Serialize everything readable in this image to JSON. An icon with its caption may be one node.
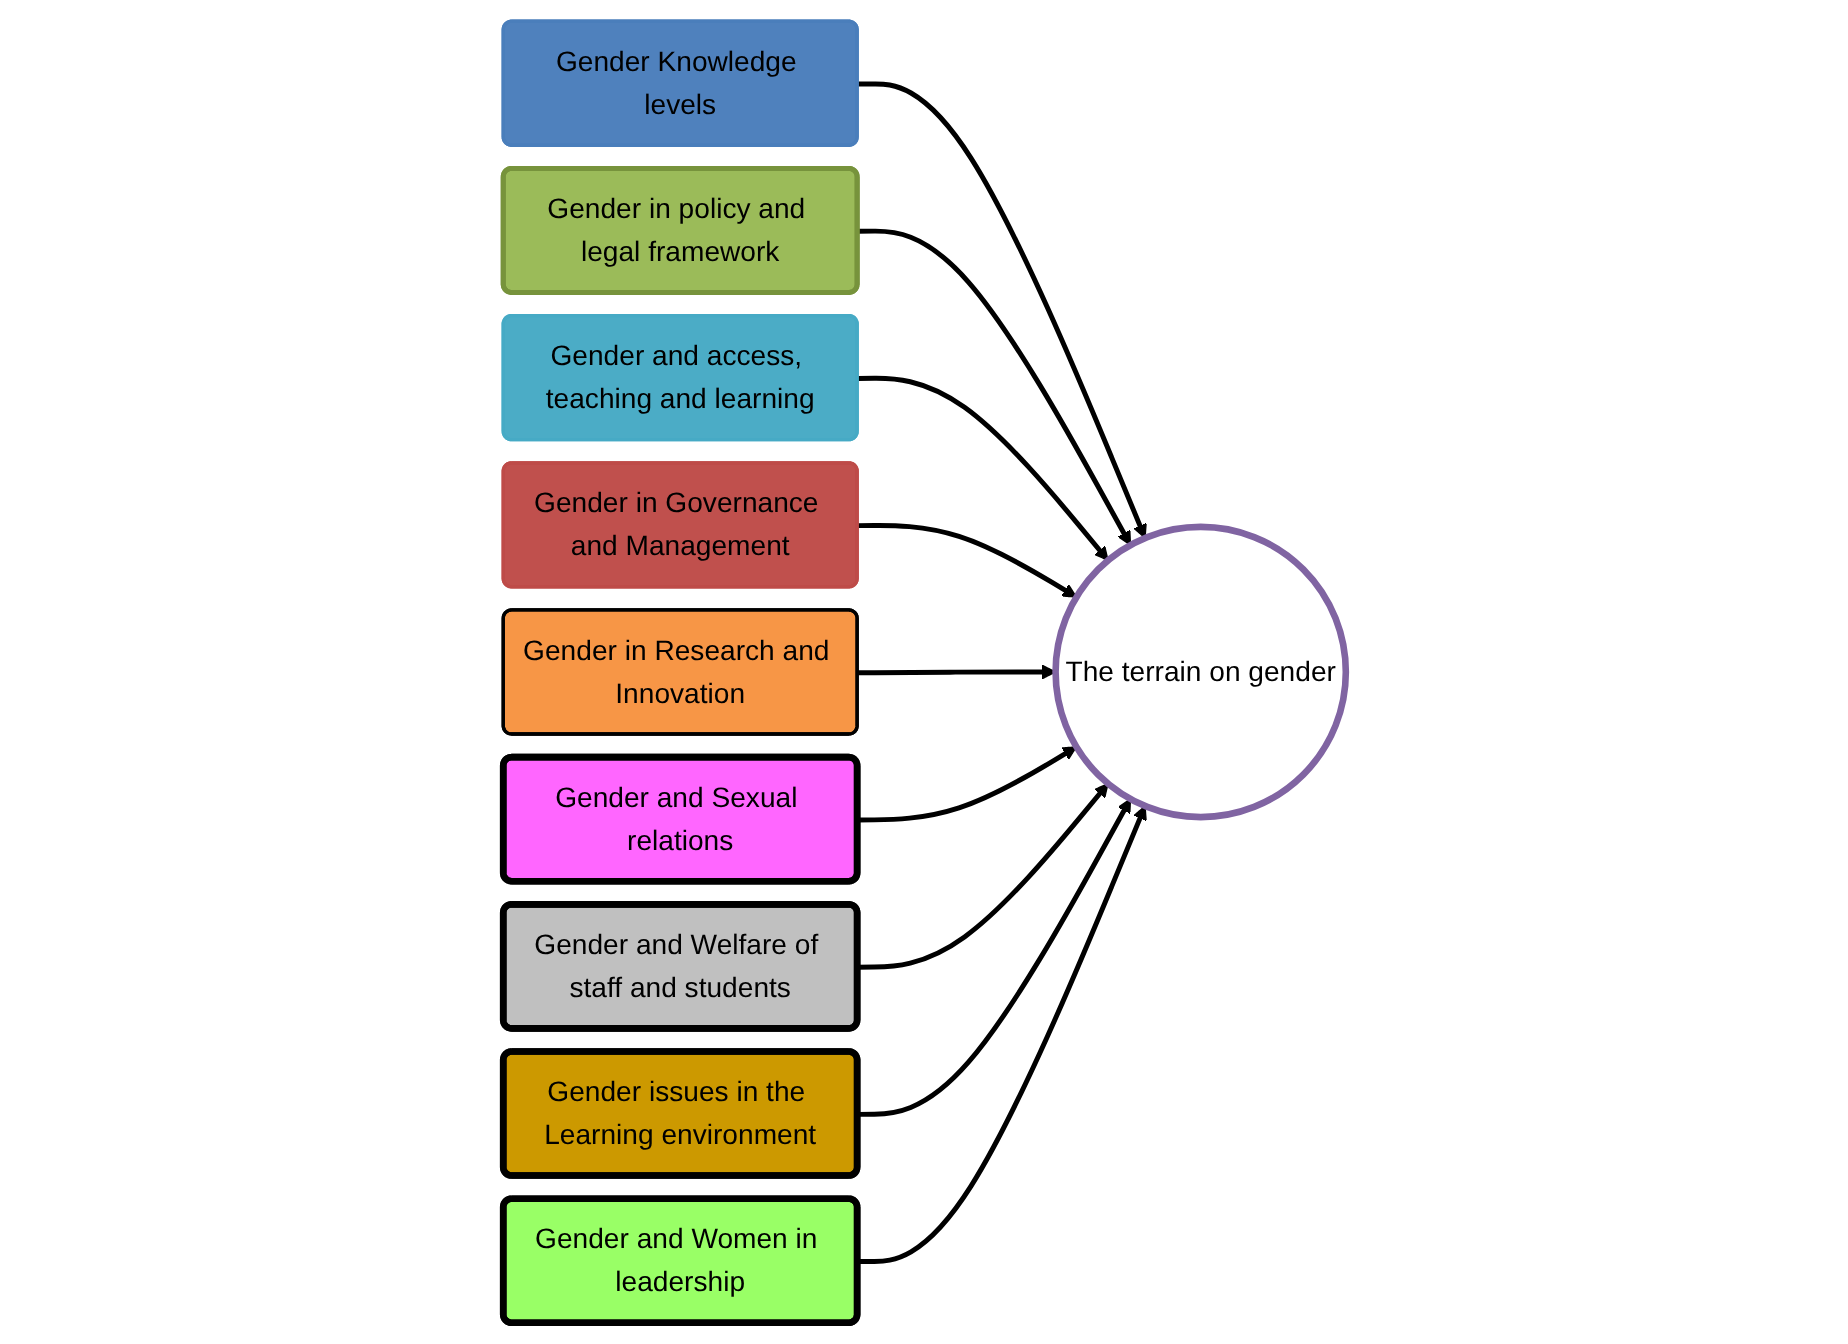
{
  "diagram": {
    "nodes": [
      {
        "text": [
          "The terrain on gender"
        ]
      },
      {
        "text": [
          "Gender Knowledge levels"
        ]
      },
      {
        "text": [
          "Gender in policy and legal framework"
        ]
      },
      {
        "text": [
          "Gender and access, teaching and learning"
        ]
      },
      {
        "text": [
          "Gender in Governance and Management"
        ]
      },
      {
        "text": [
          "Gender in Research and Innovation"
        ]
      },
      {
        "text": [
          "Gender and Sexual relations"
        ]
      },
      {
        "text": [
          "Gender and Welfare of staff and students"
        ]
      },
      {
        "text": [
          "Gender issues in the Learning environment"
        ]
      },
      {
        "text": [
          "Gender and Women in leadership"
        ]
      }
    ],
    "edges": [
      {
        "from": 1,
        "to": 0,
        "arrow": "to"
      },
      {
        "from": 2,
        "to": 0,
        "arrow": "to"
      },
      {
        "from": 3,
        "to": 0,
        "arrow": "to"
      },
      {
        "from": 4,
        "to": 0,
        "arrow": "to"
      },
      {
        "from": 5,
        "to": 0,
        "arrow": "to"
      },
      {
        "from": 6,
        "to": 0,
        "arrow": "to"
      },
      {
        "from": 7,
        "to": 0,
        "arrow": "to"
      },
      {
        "from": 8,
        "to": 0,
        "arrow": "to"
      },
      {
        "from": 9,
        "to": 0,
        "arrow": "to"
      }
    ]
  }
}
